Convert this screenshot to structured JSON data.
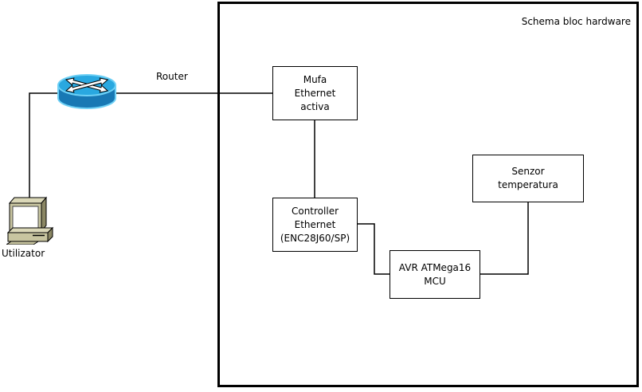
{
  "diagram": {
    "title": "Schema bloc hardware",
    "labels": {
      "router": "Router",
      "user": "Utilizator"
    },
    "nodes": {
      "mufa": {
        "lines": [
          "Mufa",
          "Ethernet",
          "activa"
        ]
      },
      "controller": {
        "lines": [
          "Controller",
          "Ethernet",
          "(ENC28J60/SP)"
        ]
      },
      "avr": {
        "lines": [
          "AVR ATMega16",
          "MCU"
        ]
      },
      "senzor": {
        "lines": [
          "Senzor",
          "temperatura"
        ]
      }
    },
    "icons": {
      "router": "network-router",
      "computer": "desktop-computer"
    },
    "colors": {
      "background": "#FFFFFF",
      "line": "#000000",
      "router_top": "#29A8E0",
      "router_body": "#1878B4",
      "router_outline": "#6ED0F5",
      "computer_face": "#C8C5A0",
      "computer_top": "#DBD8B8",
      "computer_side": "#8B8764"
    }
  }
}
